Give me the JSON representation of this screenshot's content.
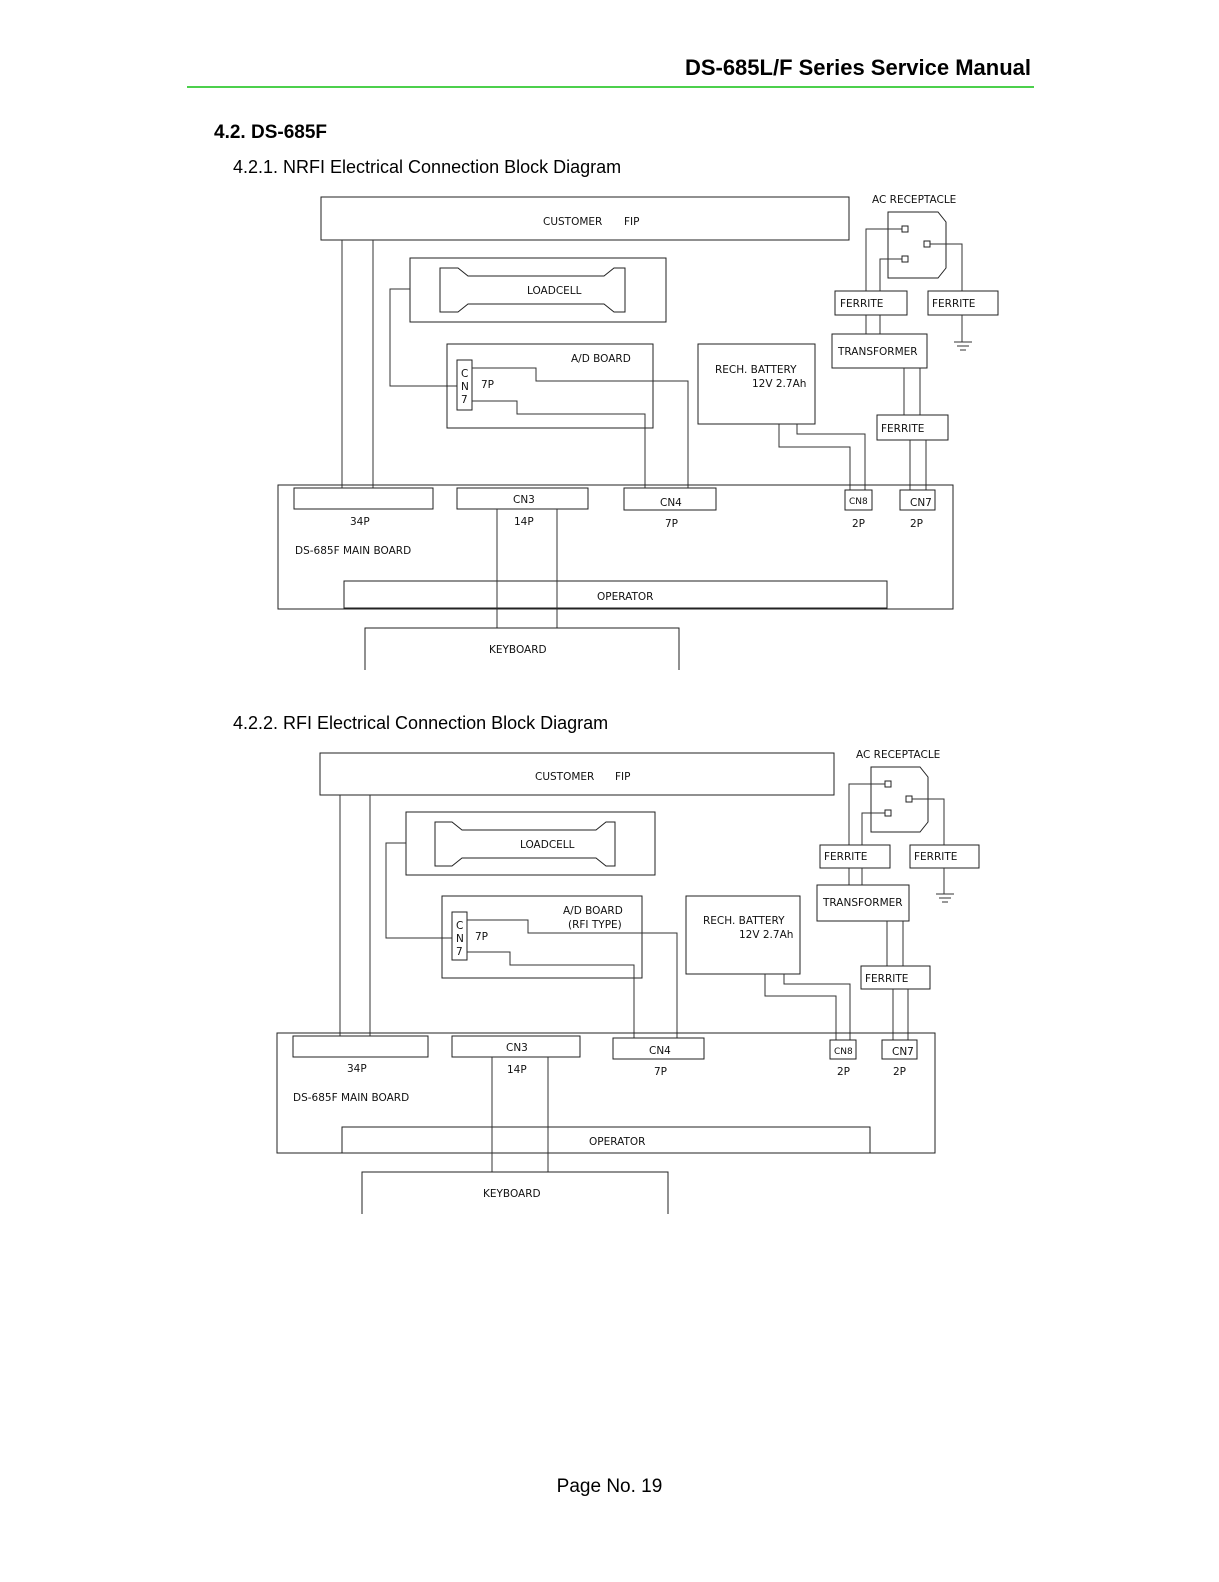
{
  "header": {
    "title": "DS-685L/F Series Service Manual"
  },
  "section": {
    "title": "4.2. DS-685F"
  },
  "diagram1": {
    "title": "4.2.1. NRFI Electrical Connection Block Diagram",
    "labels": {
      "customer": "CUSTOMER",
      "fip": "FIP",
      "ac_receptacle": "AC RECEPTACLE",
      "ferrite_left": "FERRITE",
      "ferrite_right": "FERRITE",
      "loadcell": "LOADCELL",
      "transformer": "TRANSFORMER",
      "ad_board": "A/D BOARD",
      "cn7_c": "C",
      "cn7_n": "N",
      "cn7_7": "7",
      "cn7_pins": "7P",
      "battery_line1": "RECH. BATTERY",
      "battery_line2": "12V 2.7Ah",
      "ferrite_bottom": "FERRITE",
      "cn3": "CN3",
      "cn4": "CN4",
      "cn8": "CN8",
      "cn7": "CN7",
      "pins_34": "34P",
      "pins_14": "14P",
      "pins_7": "7P",
      "pins_2a": "2P",
      "pins_2b": "2P",
      "main_board": "DS-685F MAIN BOARD",
      "operator": "OPERATOR",
      "keyboard": "KEYBOARD"
    }
  },
  "diagram2": {
    "title": "4.2.2. RFI Electrical Connection Block Diagram",
    "labels": {
      "customer": "CUSTOMER",
      "fip": "FIP",
      "ac_receptacle": "AC RECEPTACLE",
      "ferrite_left": "FERRITE",
      "ferrite_right": "FERRITE",
      "loadcell": "LOADCELL",
      "transformer": "TRANSFORMER",
      "ad_board_line1": "A/D BOARD",
      "ad_board_line2": "(RFI TYPE)",
      "cn7_c": "C",
      "cn7_n": "N",
      "cn7_7": "7",
      "cn7_pins": "7P",
      "battery_line1": "RECH. BATTERY",
      "battery_line2": "12V 2.7Ah",
      "ferrite_bottom": "FERRITE",
      "cn3": "CN3",
      "cn4": "CN4",
      "cn8": "CN8",
      "cn7": "CN7",
      "pins_34": "34P",
      "pins_14": "14P",
      "pins_7": "7P",
      "pins_2a": "2P",
      "pins_2b": "2P",
      "main_board": "DS-685F MAIN BOARD",
      "operator": "OPERATOR",
      "keyboard": "KEYBOARD"
    }
  },
  "footer": {
    "page_number": "Page No. 19"
  }
}
